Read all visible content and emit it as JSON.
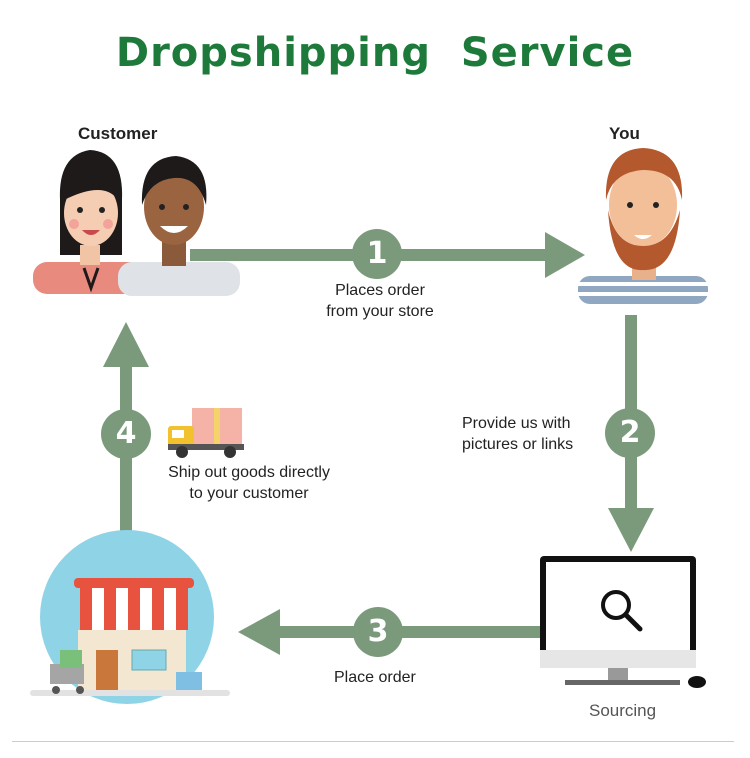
{
  "title": "Dropshipping  Service",
  "actors": {
    "customer": "Customer",
    "you": "You"
  },
  "steps": [
    {
      "number": "1",
      "line1": "Places order",
      "line2": "from your store"
    },
    {
      "number": "2",
      "line1": "Provide us with",
      "line2": "pictures or links"
    },
    {
      "number": "3",
      "line1": "Place order",
      "line2": ""
    },
    {
      "number": "4",
      "line1": "Ship out goods directly",
      "line2": "to your customer"
    }
  ],
  "sourcing_label": "Sourcing",
  "colors": {
    "title": "#1d7a3a",
    "arrow": "#7a9a7b",
    "store_circle": "#8fd3e6",
    "awning_red": "#e8533f"
  },
  "icons": [
    "woman-icon",
    "man-icon",
    "bearded-man-icon",
    "computer-search-icon",
    "store-icon",
    "delivery-truck-icon"
  ]
}
